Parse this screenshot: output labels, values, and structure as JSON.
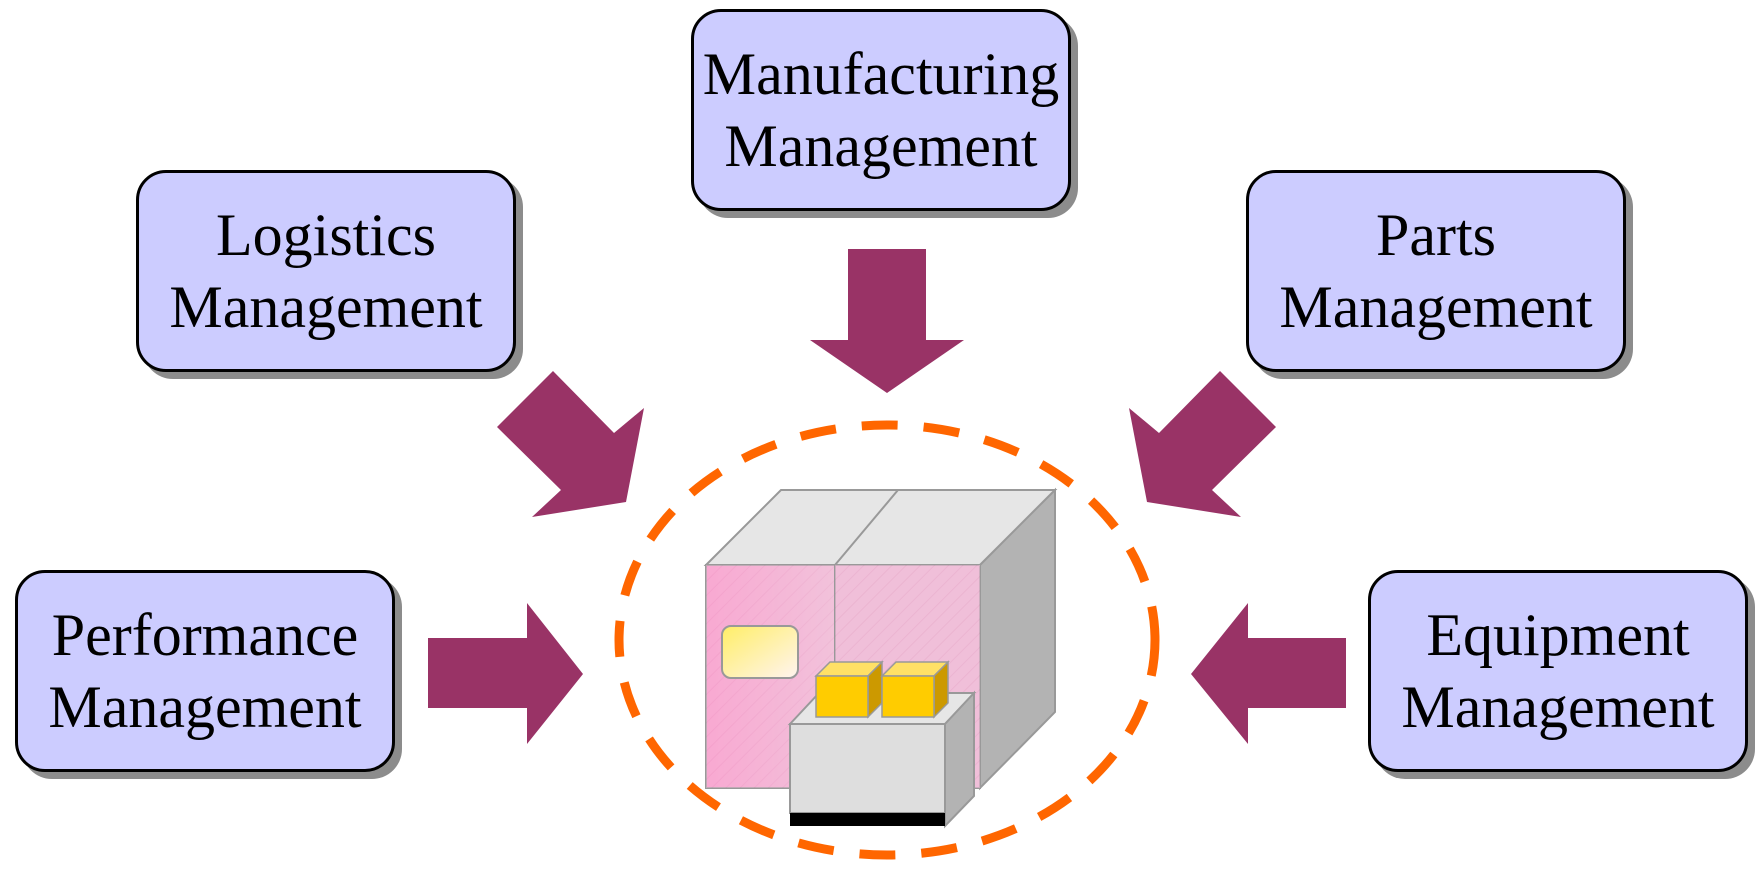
{
  "diagram": {
    "center_label": "",
    "nodes": [
      {
        "id": "manufacturing",
        "label": "Manufacturing\nManagement"
      },
      {
        "id": "logistics",
        "label": "Logistics\nManagement"
      },
      {
        "id": "parts",
        "label": "Parts\nManagement"
      },
      {
        "id": "performance",
        "label": "Performance\nManagement"
      },
      {
        "id": "equipment",
        "label": "Equipment\nManagement"
      }
    ],
    "edges": [
      {
        "from": "manufacturing",
        "to": "center"
      },
      {
        "from": "logistics",
        "to": "center"
      },
      {
        "from": "parts",
        "to": "center"
      },
      {
        "from": "performance",
        "to": "center"
      },
      {
        "from": "equipment",
        "to": "center"
      }
    ]
  },
  "colors": {
    "box_fill": "#ccccff",
    "box_border": "#000000",
    "arrow": "#993366",
    "dashed_circle": "#ff6600",
    "machine_body": "#e6e6e6",
    "machine_front": "#f2b8d9",
    "machine_side": "#b3b3b3",
    "part_yellow": "#ffcc00"
  },
  "icons": {
    "center": "manufacturing-machine-icon"
  }
}
